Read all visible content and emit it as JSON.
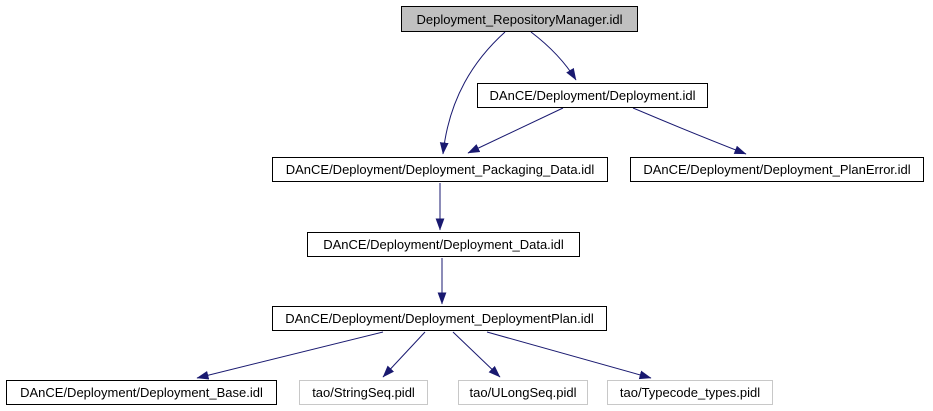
{
  "diagram": {
    "kind": "include-dependency-graph",
    "root": "Deployment_RepositoryManager.idl"
  },
  "colors": {
    "edge-color": "#191970",
    "current-node-fill": "#c0c0c0",
    "node-border": "#000000",
    "external-node-border": "#c8c8c8"
  },
  "nodes": [
    {
      "id": "deployment-repositorymanager-idl",
      "label": "Deployment_RepositoryManager.idl",
      "kind": "current"
    },
    {
      "id": "dance-deployment-deployment-idl",
      "label": "DAnCE/Deployment/Deployment.idl",
      "kind": "linked"
    },
    {
      "id": "dance-deployment-deployment-packaging-data-idl",
      "label": "DAnCE/Deployment/Deployment_Packaging_Data.idl",
      "kind": "linked"
    },
    {
      "id": "dance-deployment-deployment-planerror-idl",
      "label": "DAnCE/Deployment/Deployment_PlanError.idl",
      "kind": "linked"
    },
    {
      "id": "dance-deployment-deployment-data-idl",
      "label": "DAnCE/Deployment/Deployment_Data.idl",
      "kind": "linked"
    },
    {
      "id": "dance-deployment-deployment-deploymentplan-idl",
      "label": "DAnCE/Deployment/Deployment_DeploymentPlan.idl",
      "kind": "linked"
    },
    {
      "id": "dance-deployment-deployment-base-idl",
      "label": "DAnCE/Deployment/Deployment_Base.idl",
      "kind": "linked"
    },
    {
      "id": "tao-stringseq-pidl",
      "label": "tao/StringSeq.pidl",
      "kind": "external"
    },
    {
      "id": "tao-ulongseq-pidl",
      "label": "tao/ULongSeq.pidl",
      "kind": "external"
    },
    {
      "id": "tao-typecode-types-pidl",
      "label": "tao/Typecode_types.pidl",
      "kind": "external"
    }
  ],
  "edges": [
    {
      "from": "deployment-repositorymanager-idl",
      "to": "dance-deployment-deployment-idl"
    },
    {
      "from": "deployment-repositorymanager-idl",
      "to": "dance-deployment-deployment-packaging-data-idl"
    },
    {
      "from": "dance-deployment-deployment-idl",
      "to": "dance-deployment-deployment-packaging-data-idl"
    },
    {
      "from": "dance-deployment-deployment-idl",
      "to": "dance-deployment-deployment-planerror-idl"
    },
    {
      "from": "dance-deployment-deployment-packaging-data-idl",
      "to": "dance-deployment-deployment-data-idl"
    },
    {
      "from": "dance-deployment-deployment-data-idl",
      "to": "dance-deployment-deployment-deploymentplan-idl"
    },
    {
      "from": "dance-deployment-deployment-deploymentplan-idl",
      "to": "dance-deployment-deployment-base-idl"
    },
    {
      "from": "dance-deployment-deployment-deploymentplan-idl",
      "to": "tao-stringseq-pidl"
    },
    {
      "from": "dance-deployment-deployment-deploymentplan-idl",
      "to": "tao-ulongseq-pidl"
    },
    {
      "from": "dance-deployment-deployment-deploymentplan-idl",
      "to": "tao-typecode-types-pidl"
    }
  ]
}
